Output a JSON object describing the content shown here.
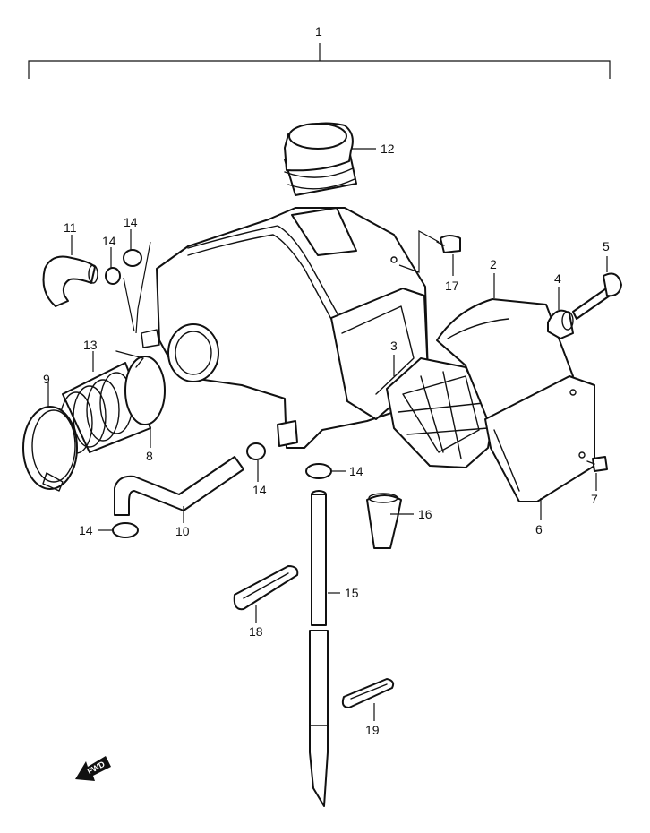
{
  "callouts": {
    "c1": "1",
    "c2": "2",
    "c3": "3",
    "c4": "4",
    "c5": "5",
    "c6": "6",
    "c7": "7",
    "c8": "8",
    "c9": "9",
    "c10": "10",
    "c11": "11",
    "c12": "12",
    "c13": "13",
    "c14a": "14",
    "c14b": "14",
    "c14c": "14",
    "c14d": "14",
    "c14e": "14",
    "c15": "15",
    "c16": "16",
    "c17": "17",
    "c18": "18",
    "c19": "19"
  },
  "fwd_label": "FWD",
  "colors": {
    "line": "#111111",
    "background": "#ffffff"
  }
}
